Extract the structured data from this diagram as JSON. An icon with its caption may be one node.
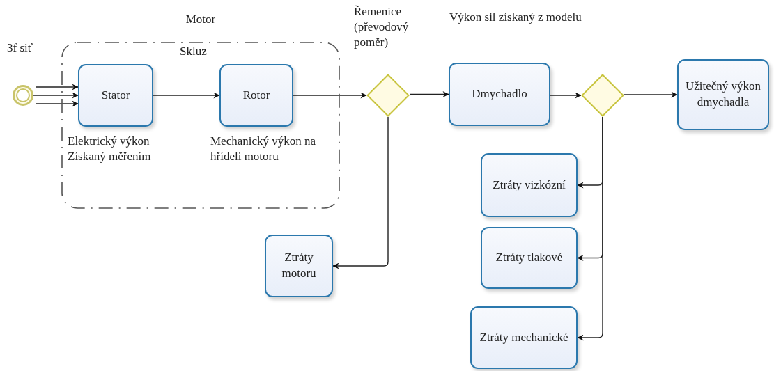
{
  "diagram": {
    "nodes": [
      {
        "text": [
          "Motor"
        ]
      },
      {
        "text": [],
        "shape": "circle",
        "beside": [
          "3f siť"
        ]
      },
      {
        "text": [
          "Stator"
        ],
        "in": 0,
        "beside": [
          "Elektrický výkon Získaný měřením"
        ]
      },
      {
        "text": [
          "Rotor"
        ],
        "in": 0,
        "beside": [
          "Mechanický výkon na hřídeli motoru"
        ]
      },
      {
        "text": [],
        "shape": "diamond",
        "beside": [
          "Řemenice (převodový poměr)"
        ]
      },
      {
        "text": [
          "Dmychadlo"
        ],
        "beside": [
          "Výkon sil získaný z modelu"
        ]
      },
      {
        "text": [],
        "shape": "diamond"
      },
      {
        "text": [
          "Užitečný výkon dmychadla"
        ]
      },
      {
        "text": [
          "Ztráty motoru"
        ]
      },
      {
        "text": [
          "Ztráty vizkózní"
        ]
      },
      {
        "text": [
          "Ztráty tlakové"
        ]
      },
      {
        "text": [
          "Ztráty mechanické"
        ]
      }
    ],
    "edges": [
      {
        "from": 1,
        "to": 2,
        "arrow": "to"
      },
      {
        "from": 1,
        "to": 2,
        "arrow": "to"
      },
      {
        "from": 1,
        "to": 2,
        "arrow": "to"
      },
      {
        "from": 2,
        "to": 3,
        "arrow": "to"
      },
      {
        "from": 3,
        "to": 4,
        "arrow": "to"
      },
      {
        "from": 4,
        "to": 5,
        "arrow": "to"
      },
      {
        "from": 5,
        "to": 6,
        "arrow": "to"
      },
      {
        "from": 6,
        "to": 7,
        "arrow": "to"
      },
      {
        "from": 4,
        "to": 8,
        "arrow": "to"
      },
      {
        "from": 6,
        "to": 9,
        "arrow": "to"
      },
      {
        "from": 6,
        "to": 10,
        "arrow": "to"
      },
      {
        "from": 6,
        "to": 11,
        "arrow": "to"
      }
    ],
    "labels": [
      "Skluz"
    ]
  }
}
